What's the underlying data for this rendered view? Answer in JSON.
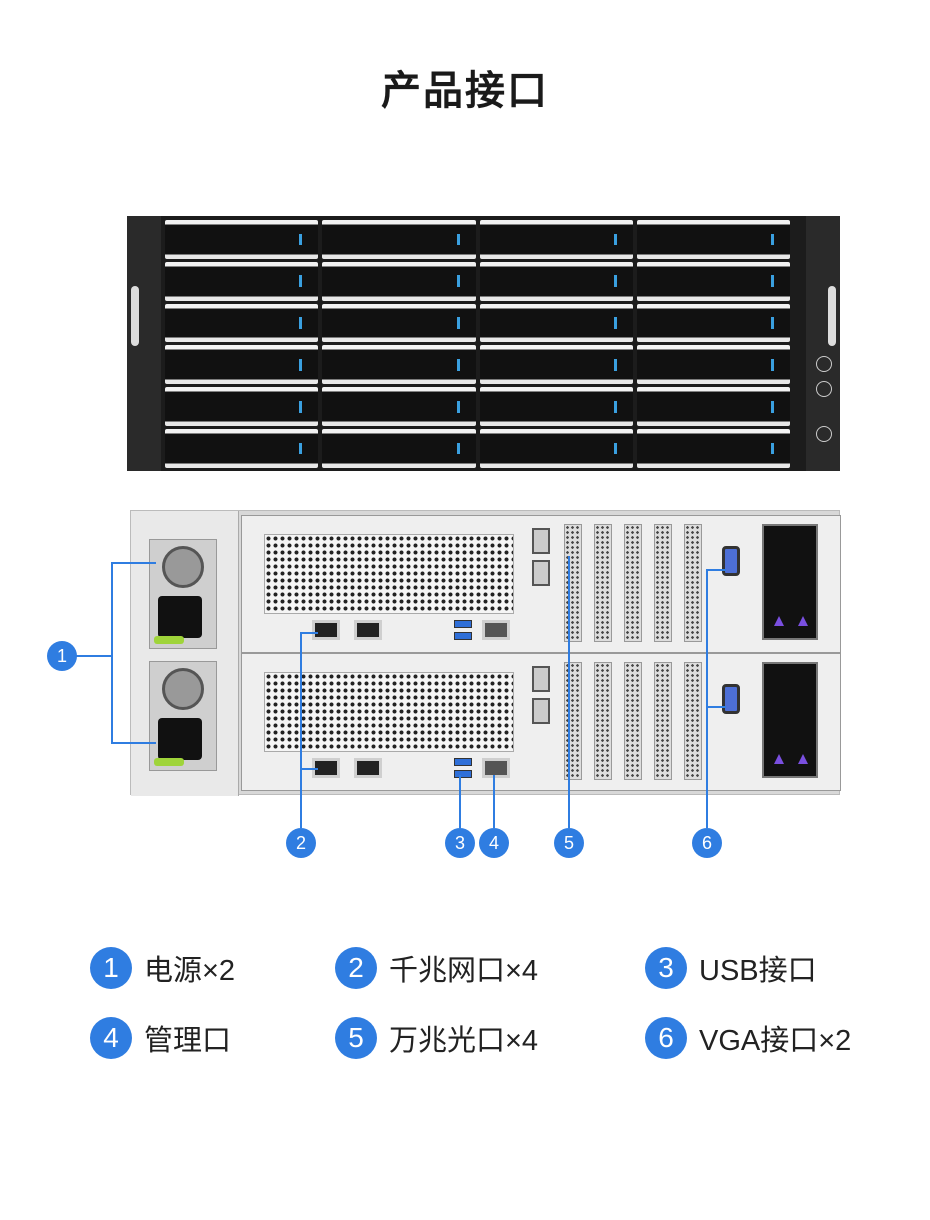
{
  "title": "产品接口",
  "callouts": [
    "1",
    "2",
    "3",
    "4",
    "5",
    "6"
  ],
  "legend": [
    {
      "num": "1",
      "label": "电源×2"
    },
    {
      "num": "2",
      "label": "千兆网口×4"
    },
    {
      "num": "3",
      "label": "USB接口"
    },
    {
      "num": "4",
      "label": "管理口"
    },
    {
      "num": "5",
      "label": "万兆光口×4"
    },
    {
      "num": "6",
      "label": "VGA接口×2"
    }
  ],
  "colors": {
    "accent": "#2f7de1"
  }
}
